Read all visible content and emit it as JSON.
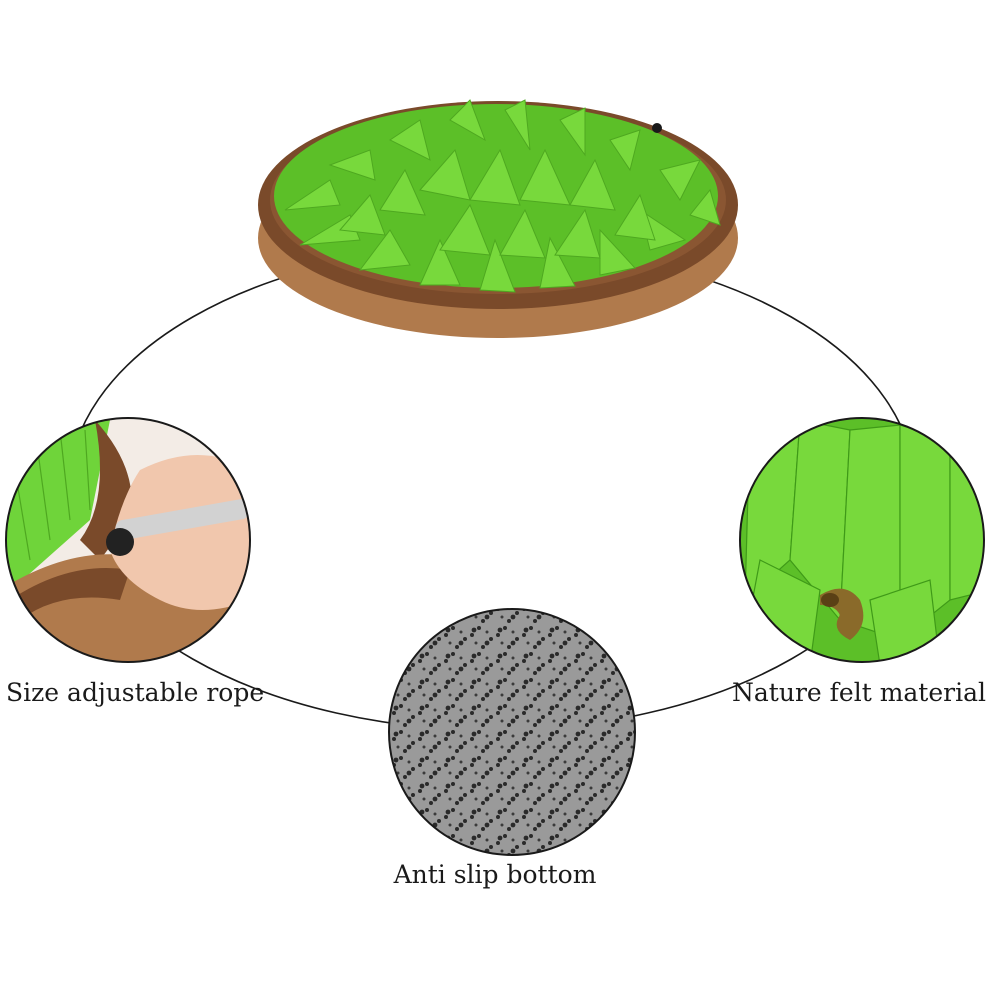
{
  "labels": {
    "rope": "Size adjustable rope",
    "felt": "Nature felt material",
    "bottom": "Anti slip bottom"
  },
  "colors": {
    "felt_green": "#6fd43a",
    "mat_brown": "#7a4a2a",
    "mat_tan": "#b07a4c",
    "anti_slip_gray": "#8d8d8d",
    "line": "#1a1a1a"
  }
}
